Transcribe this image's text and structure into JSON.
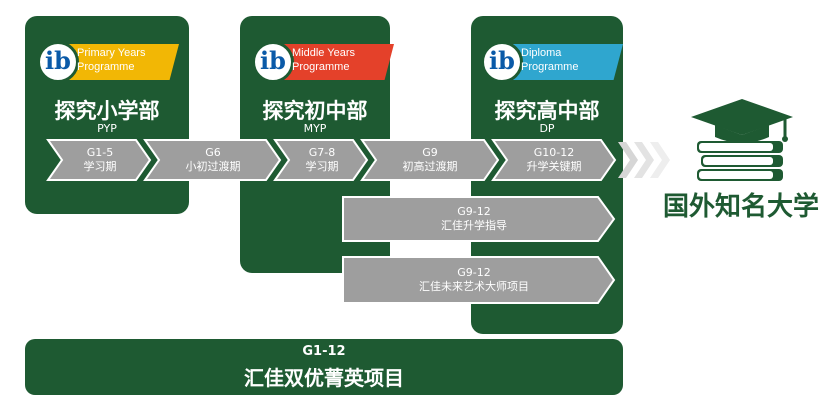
{
  "programmes": [
    {
      "badge_line1": "Primary Years",
      "badge_line2": "Programme",
      "badge_color": "#f2b705",
      "title": "探究小学部",
      "abbr": "PYP"
    },
    {
      "badge_line1": "Middle Years",
      "badge_line2": "Programme",
      "badge_color": "#e4412a",
      "title": "探究初中部",
      "abbr": "MYP"
    },
    {
      "badge_line1": "Diploma",
      "badge_line2": "Programme",
      "badge_color": "#2fa6cf",
      "title": "探究高中部",
      "abbr": "DP"
    }
  ],
  "ib_logo_letters": "ib",
  "stages": [
    {
      "grade": "G1-5",
      "name": "学习期"
    },
    {
      "grade": "G6",
      "name": "小初过渡期"
    },
    {
      "grade": "G7-8",
      "name": "学习期"
    },
    {
      "grade": "G9",
      "name": "初高过渡期"
    },
    {
      "grade": "G10-12",
      "name": "升学关键期"
    }
  ],
  "extra_programs": [
    {
      "grade": "G9-12",
      "name": "汇佳升学指导"
    },
    {
      "grade": "G9-12",
      "name": "汇佳未来艺术大师项目"
    }
  ],
  "footer": {
    "grade": "G1-12",
    "name": "汇佳双优菁英项目"
  },
  "destination": {
    "label": "国外知名大学",
    "icon": "graduation-cap-books-icon"
  },
  "colors": {
    "panel": "#1e5a32",
    "chevron": "#9e9e9e",
    "chevron_stroke": "#ffffff",
    "fade": "#d6d6d6"
  }
}
